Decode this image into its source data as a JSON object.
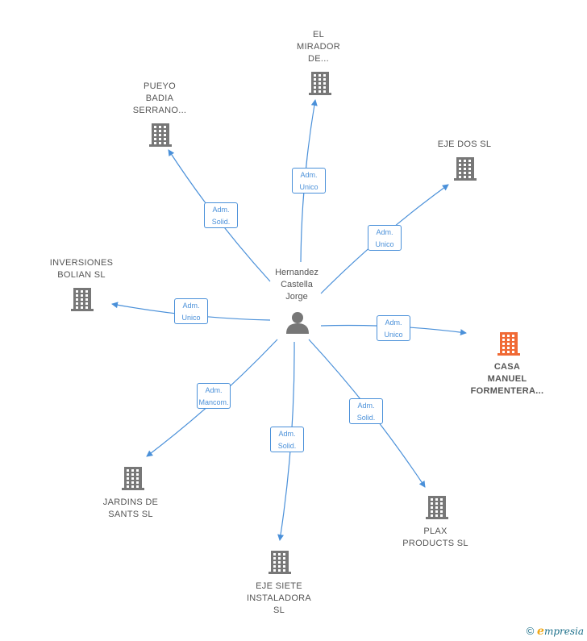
{
  "center": {
    "name_lines": [
      "Hernandez",
      "Castella",
      "Jorge"
    ],
    "icon": "person-icon"
  },
  "companies": [
    {
      "id": "el-mirador",
      "lines": [
        "EL",
        "MIRADOR",
        "DE..."
      ],
      "highlight": false,
      "relation": [
        "Adm.",
        "Unico"
      ]
    },
    {
      "id": "pueyo-badia",
      "lines": [
        "PUEYO",
        "BADIA",
        "SERRANO..."
      ],
      "highlight": false,
      "relation": [
        "Adm.",
        "Solid."
      ]
    },
    {
      "id": "eje-dos",
      "lines": [
        "EJE DOS SL"
      ],
      "highlight": false,
      "relation": [
        "Adm.",
        "Unico"
      ]
    },
    {
      "id": "inversiones-bolian",
      "lines": [
        "INVERSIONES",
        "BOLIAN  SL"
      ],
      "highlight": false,
      "relation": [
        "Adm.",
        "Unico"
      ]
    },
    {
      "id": "casa-manuel",
      "lines": [
        "CASA",
        "MANUEL",
        "FORMENTERA..."
      ],
      "highlight": true,
      "relation": [
        "Adm.",
        "Unico"
      ]
    },
    {
      "id": "jardins-de-sants",
      "lines": [
        "JARDINS DE",
        "SANTS  SL"
      ],
      "highlight": false,
      "relation": [
        "Adm.",
        "Mancom."
      ]
    },
    {
      "id": "plax-products",
      "lines": [
        "PLAX",
        "PRODUCTS SL"
      ],
      "highlight": false,
      "relation": [
        "Adm.",
        "Solid."
      ]
    },
    {
      "id": "eje-siete",
      "lines": [
        "EJE SIETE",
        "INSTALADORA",
        "SL"
      ],
      "highlight": false,
      "relation": [
        "Adm.",
        "Solid."
      ]
    }
  ],
  "colors": {
    "building": "#777777",
    "building_highlight": "#f06a35",
    "edge": "#4a90d9",
    "person": "#777777"
  },
  "footer": {
    "copyright_symbol": "©",
    "brand_initial": "e",
    "brand_rest": "mpresia"
  }
}
